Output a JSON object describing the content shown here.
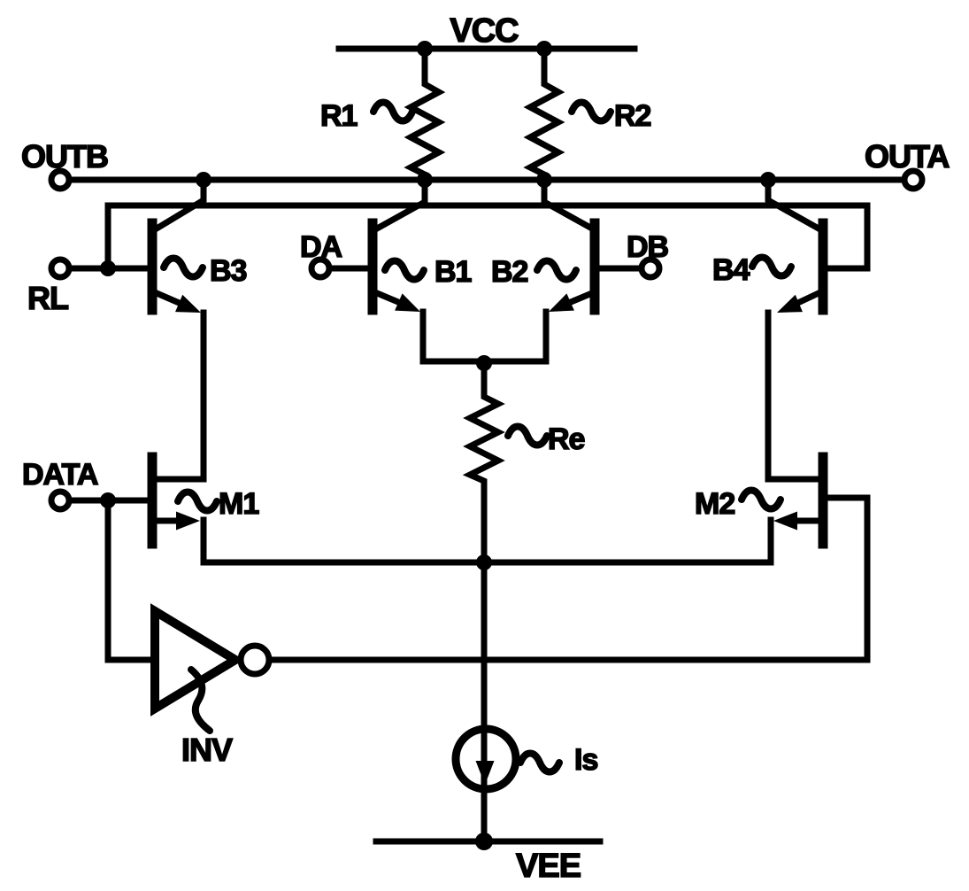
{
  "figure": {
    "background": "#ffffff",
    "ink_color": "#000000",
    "rails": {
      "top_label": "VCC",
      "bottom_label": "VEE"
    },
    "terminals": {
      "outb": "OUTB",
      "outa": "OUTA",
      "rl": "RL",
      "da": "DA",
      "db": "DB",
      "data_in": "DATA"
    },
    "components": {
      "r1": "R1",
      "r2": "R2",
      "re": "Re",
      "b1": "B1",
      "b2": "B2",
      "b3": "B3",
      "b4": "B4",
      "m1": "M1",
      "m2": "M2",
      "inverter": "INV",
      "current_source": "Is"
    }
  }
}
